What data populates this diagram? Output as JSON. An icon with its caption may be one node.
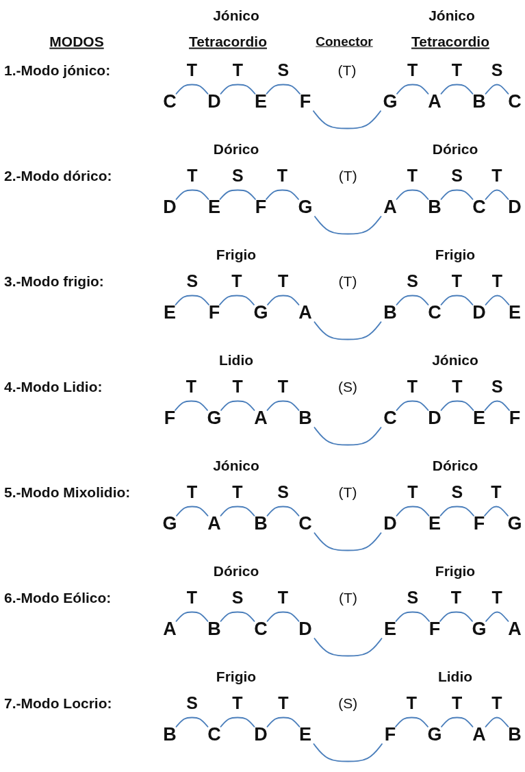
{
  "diagram": {
    "nodes": [
      {
        "text": [
          "C"
        ]
      },
      {
        "text": [
          "D"
        ]
      },
      {
        "text": [
          "E"
        ]
      },
      {
        "text": [
          "F"
        ]
      },
      {
        "text": [
          "G"
        ]
      },
      {
        "text": [
          "A"
        ]
      },
      {
        "text": [
          "B"
        ]
      },
      {
        "text": [
          "C"
        ]
      },
      {
        "text": [
          "D"
        ]
      },
      {
        "text": [
          "E"
        ]
      },
      {
        "text": [
          "F"
        ]
      },
      {
        "text": [
          "G"
        ]
      },
      {
        "text": [
          "A"
        ]
      },
      {
        "text": [
          "B"
        ]
      },
      {
        "text": [
          "C"
        ]
      },
      {
        "text": [
          "D"
        ]
      },
      {
        "text": [
          "E"
        ]
      },
      {
        "text": [
          "F"
        ]
      },
      {
        "text": [
          "G"
        ]
      },
      {
        "text": [
          "A"
        ]
      },
      {
        "text": [
          "B"
        ]
      },
      {
        "text": [
          "C"
        ]
      },
      {
        "text": [
          "D"
        ]
      },
      {
        "text": [
          "E"
        ]
      },
      {
        "text": [
          "F"
        ]
      },
      {
        "text": [
          "G"
        ]
      },
      {
        "text": [
          "A"
        ]
      },
      {
        "text": [
          "B"
        ]
      },
      {
        "text": [
          "C"
        ]
      },
      {
        "text": [
          "D"
        ]
      },
      {
        "text": [
          "E"
        ]
      },
      {
        "text": [
          "F"
        ]
      },
      {
        "text": [
          "G"
        ]
      },
      {
        "text": [
          "A"
        ]
      },
      {
        "text": [
          "B"
        ]
      },
      {
        "text": [
          "C"
        ]
      },
      {
        "text": [
          "D"
        ]
      },
      {
        "text": [
          "E"
        ]
      },
      {
        "text": [
          "F"
        ]
      },
      {
        "text": [
          "G"
        ]
      },
      {
        "text": [
          "A"
        ]
      },
      {
        "text": [
          "B"
        ]
      },
      {
        "text": [
          "C"
        ]
      },
      {
        "text": [
          "D"
        ]
      },
      {
        "text": [
          "E"
        ]
      },
      {
        "text": [
          "F"
        ]
      },
      {
        "text": [
          "G"
        ]
      },
      {
        "text": [
          "A"
        ]
      },
      {
        "text": [
          "B"
        ]
      },
      {
        "text": [
          "C"
        ]
      },
      {
        "text": [
          "D"
        ]
      },
      {
        "text": [
          "E"
        ]
      },
      {
        "text": [
          "F"
        ]
      },
      {
        "text": [
          "G"
        ]
      },
      {
        "text": [
          "A"
        ]
      },
      {
        "text": [
          "B"
        ]
      }
    ],
    "edges": [
      {
        "from": 0,
        "to": 1,
        "arrow": "none",
        "label": "T"
      },
      {
        "from": 1,
        "to": 2,
        "arrow": "none",
        "label": "T"
      },
      {
        "from": 2,
        "to": 3,
        "arrow": "none",
        "label": "S"
      },
      {
        "from": 3,
        "to": 4,
        "arrow": "none",
        "label": "(T)"
      },
      {
        "from": 4,
        "to": 5,
        "arrow": "none",
        "label": "T"
      },
      {
        "from": 5,
        "to": 6,
        "arrow": "none",
        "label": "T"
      },
      {
        "from": 6,
        "to": 7,
        "arrow": "none",
        "label": "S"
      },
      {
        "from": 8,
        "to": 9,
        "arrow": "none",
        "label": "T"
      },
      {
        "from": 9,
        "to": 10,
        "arrow": "none",
        "label": "S"
      },
      {
        "from": 10,
        "to": 11,
        "arrow": "none",
        "label": "T"
      },
      {
        "from": 11,
        "to": 12,
        "arrow": "none",
        "label": "(T)"
      },
      {
        "from": 12,
        "to": 13,
        "arrow": "none",
        "label": "T"
      },
      {
        "from": 13,
        "to": 14,
        "arrow": "none",
        "label": "S"
      },
      {
        "from": 14,
        "to": 15,
        "arrow": "none",
        "label": "T"
      },
      {
        "from": 16,
        "to": 17,
        "arrow": "none",
        "label": "S"
      },
      {
        "from": 17,
        "to": 18,
        "arrow": "none",
        "label": "T"
      },
      {
        "from": 18,
        "to": 19,
        "arrow": "none",
        "label": "T"
      },
      {
        "from": 19,
        "to": 20,
        "arrow": "none",
        "label": "(T)"
      },
      {
        "from": 20,
        "to": 21,
        "arrow": "none",
        "label": "S"
      },
      {
        "from": 21,
        "to": 22,
        "arrow": "none",
        "label": "T"
      },
      {
        "from": 22,
        "to": 23,
        "arrow": "none",
        "label": "T"
      },
      {
        "from": 24,
        "to": 25,
        "arrow": "none",
        "label": "T"
      },
      {
        "from": 25,
        "to": 26,
        "arrow": "none",
        "label": "T"
      },
      {
        "from": 26,
        "to": 27,
        "arrow": "none",
        "label": "T"
      },
      {
        "from": 27,
        "to": 28,
        "arrow": "none",
        "label": "(S)"
      },
      {
        "from": 28,
        "to": 29,
        "arrow": "none",
        "label": "T"
      },
      {
        "from": 29,
        "to": 30,
        "arrow": "none",
        "label": "T"
      },
      {
        "from": 30,
        "to": 31,
        "arrow": "none",
        "label": "S"
      },
      {
        "from": 32,
        "to": 33,
        "arrow": "none",
        "label": "T"
      },
      {
        "from": 33,
        "to": 34,
        "arrow": "none",
        "label": "T"
      },
      {
        "from": 34,
        "to": 35,
        "arrow": "none",
        "label": "S"
      },
      {
        "from": 35,
        "to": 36,
        "arrow": "none",
        "label": "(T)"
      },
      {
        "from": 36,
        "to": 37,
        "arrow": "none",
        "label": "T"
      },
      {
        "from": 37,
        "to": 38,
        "arrow": "none",
        "label": "S"
      },
      {
        "from": 38,
        "to": 39,
        "arrow": "none",
        "label": "T"
      },
      {
        "from": 40,
        "to": 41,
        "arrow": "none",
        "label": "T"
      },
      {
        "from": 41,
        "to": 42,
        "arrow": "none",
        "label": "S"
      },
      {
        "from": 42,
        "to": 43,
        "arrow": "none",
        "label": "T"
      },
      {
        "from": 43,
        "to": 44,
        "arrow": "none",
        "label": "(T)"
      },
      {
        "from": 44,
        "to": 45,
        "arrow": "none",
        "label": "S"
      },
      {
        "from": 45,
        "to": 46,
        "arrow": "none",
        "label": "T"
      },
      {
        "from": 46,
        "to": 47,
        "arrow": "none",
        "label": "T"
      },
      {
        "from": 48,
        "to": 49,
        "arrow": "none",
        "label": "S"
      },
      {
        "from": 49,
        "to": 50,
        "arrow": "none",
        "label": "T"
      },
      {
        "from": 50,
        "to": 51,
        "arrow": "none",
        "label": "T"
      },
      {
        "from": 51,
        "to": 52,
        "arrow": "none",
        "label": "(S)"
      },
      {
        "from": 52,
        "to": 53,
        "arrow": "none",
        "label": "T"
      },
      {
        "from": 53,
        "to": 54,
        "arrow": "none",
        "label": "T"
      },
      {
        "from": 54,
        "to": 55,
        "arrow": "none",
        "label": "T"
      }
    ],
    "labels": [
      "Jónico",
      "Jónico",
      "MODOS",
      "Tetracordio",
      "Conector",
      "Tetracordio",
      "1.-Modo jónico:",
      "Dórico",
      "Dórico",
      "2.-Modo dórico:",
      "Frigio",
      "Frigio",
      "3.-Modo frigio:",
      "Lidio",
      "Jónico",
      "4.-Modo Lidio:",
      "Jónico",
      "Dórico",
      "5.-Modo Mixolidio:",
      "Dórico",
      "Frigio",
      "6.-Modo Eólico:",
      "Frigio",
      "Lidio",
      "7.-Modo Locrio:"
    ]
  }
}
